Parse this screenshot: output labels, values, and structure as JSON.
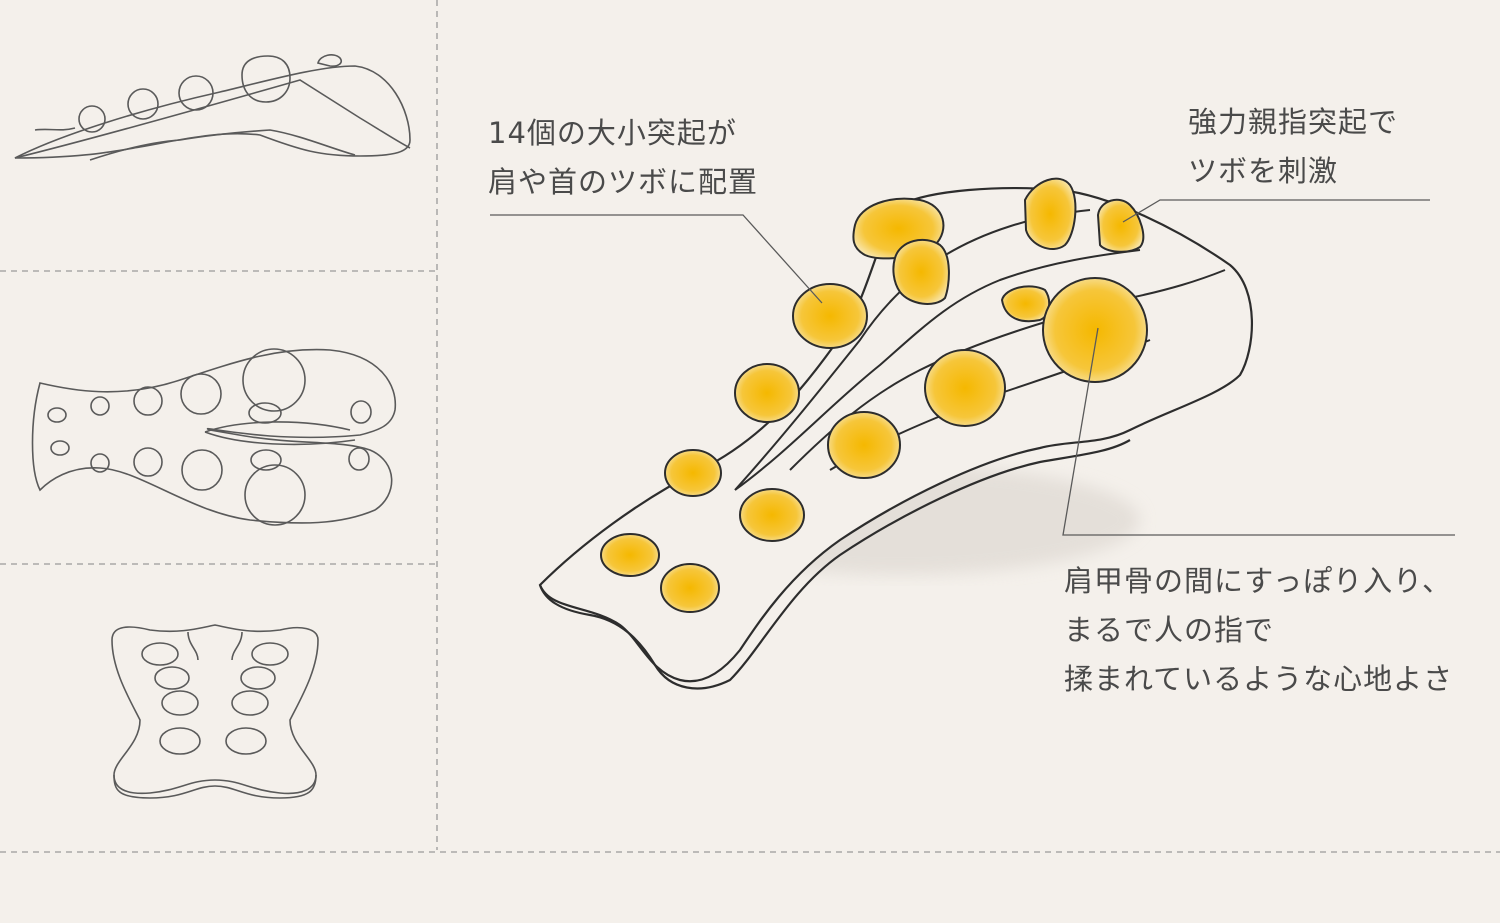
{
  "annotations": {
    "protrusions": {
      "lines": [
        "14個の大小突起が",
        "肩や首のツボに配置"
      ]
    },
    "thumb": {
      "lines": [
        "強力親指突起で",
        "ツボを刺激"
      ]
    },
    "shoulder": {
      "lines": [
        "肩甲骨の間にすっぽり入り、",
        "まるで人の指で",
        "揉まれているような心地よさ"
      ]
    }
  },
  "colors": {
    "background": "#f4f0eb",
    "outline": "#2d2d2d",
    "thin_outline": "#5a5a5a",
    "accent_yellow": "#f5b800",
    "accent_light": "#f7d67a",
    "divider": "#9a9a9a",
    "text": "#4a4a4a"
  }
}
